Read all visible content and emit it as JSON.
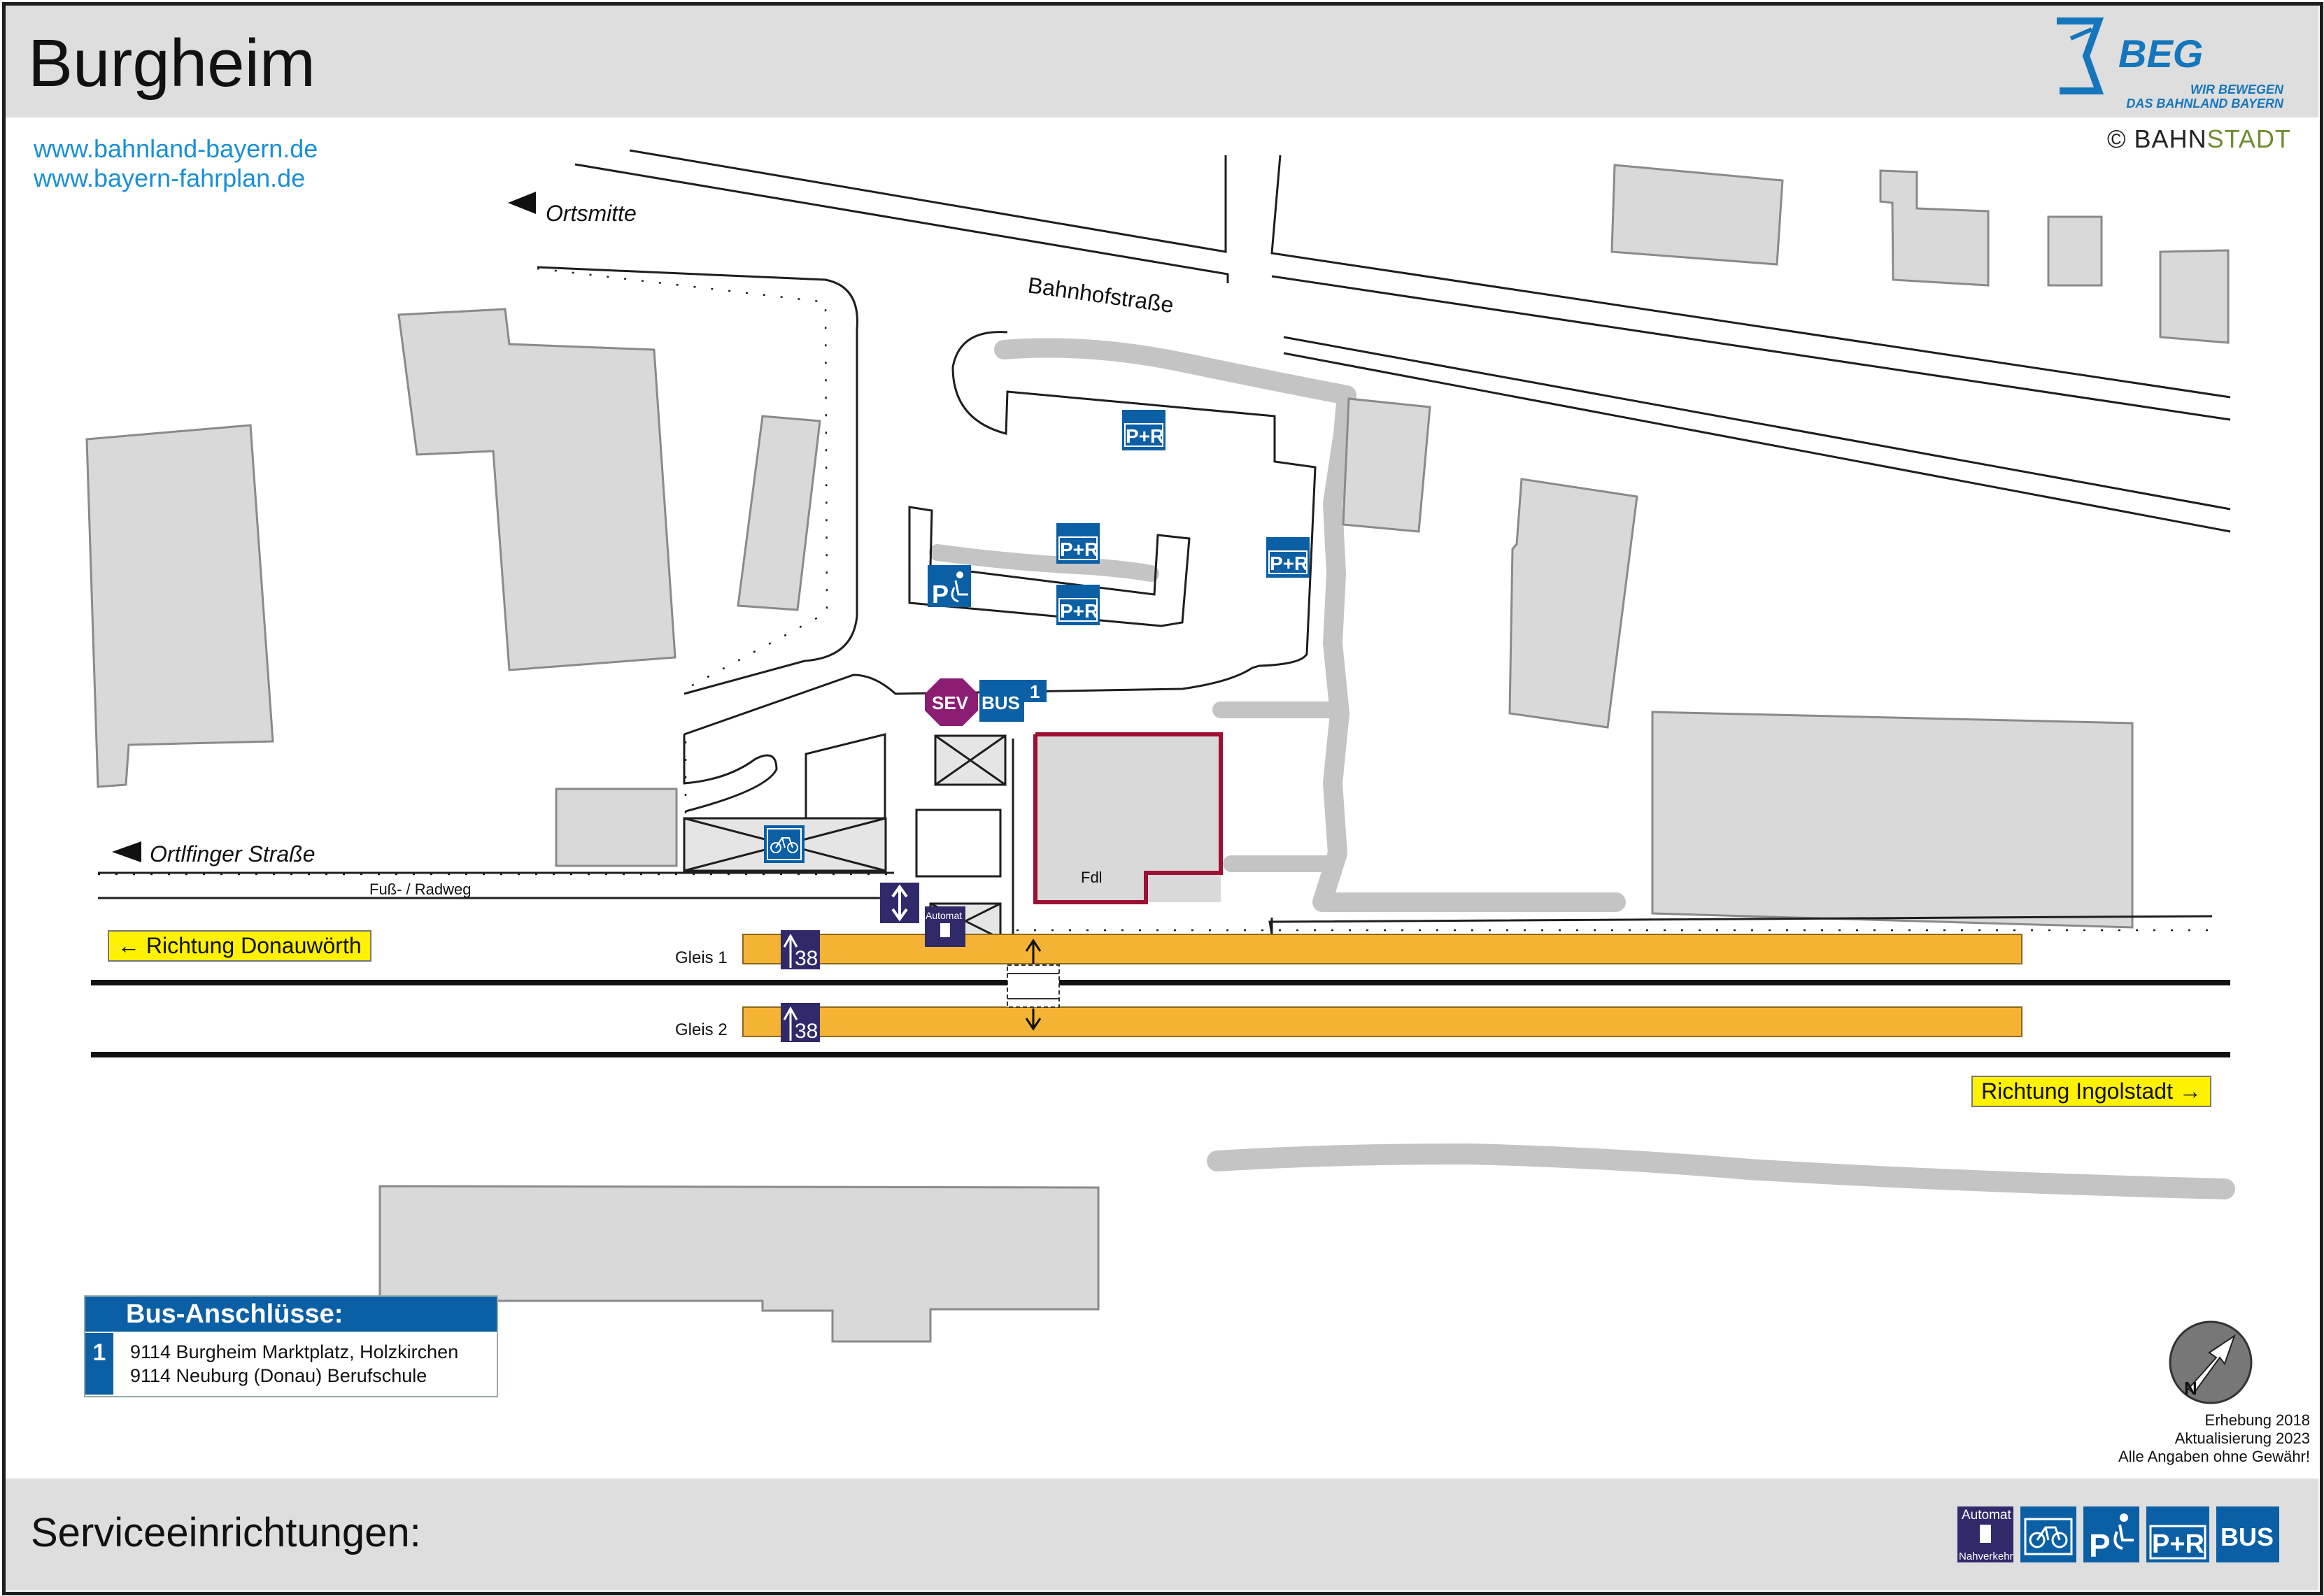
{
  "header": {
    "title": "Burgheim",
    "logo_text": "BEG",
    "logo_tagline_1": "WIR BEWEGEN",
    "logo_tagline_2": "DAS BAHNLAND BAYERN",
    "website_1": "www.bahnland-bayern.de",
    "website_2": "www.bayern-fahrplan.de",
    "copyright_symbol": "©",
    "copyright_1": "BAHN",
    "copyright_2": "STADT"
  },
  "map": {
    "streets": {
      "ortsmitte": "Ortsmitte",
      "bahnhofstrasse": "Bahnhofstraße",
      "ortlfinger": "Ortlfinger Straße",
      "fussweg": "Fuß- / Radweg"
    },
    "building_fdl": "Fdl",
    "tracks": {
      "gleis1": "Gleis 1",
      "gleis2": "Gleis 2",
      "platform_number_1": "38",
      "platform_number_2": "38"
    },
    "directions": {
      "west": "Richtung Donauwörth",
      "east": "Richtung Ingolstadt"
    },
    "icons": {
      "sev_label": "SEV",
      "bus_label": "BUS",
      "bus_stop_number": "1",
      "pr_label": "P+R",
      "p_label": "P",
      "automat_label": "Automat"
    },
    "colors": {
      "platform": "#f5b335",
      "building": "#d9d9d9",
      "fdl_outline": "#9c1034",
      "service_blue": "#0b5fa5",
      "sev_purple": "#8b1d72",
      "track": "#111111",
      "path_gray": "#c4c4c4"
    }
  },
  "bus_box": {
    "title": "Bus-Anschlüsse:",
    "line_number": "1",
    "row_1": "9114 Burgheim Marktplatz, Holzkirchen",
    "row_2": "9114 Neuburg (Donau) Berufschule"
  },
  "info": {
    "survey": "Erhebung 2018",
    "update": "Aktualisierung 2023",
    "disclaimer": "Alle Angaben ohne Gewähr!"
  },
  "footer": {
    "title": "Serviceeinrichtungen:",
    "automat_1": "Automat",
    "automat_2": "Nahverkehr",
    "pr": "P+R",
    "p": "P",
    "bus": "BUS"
  }
}
